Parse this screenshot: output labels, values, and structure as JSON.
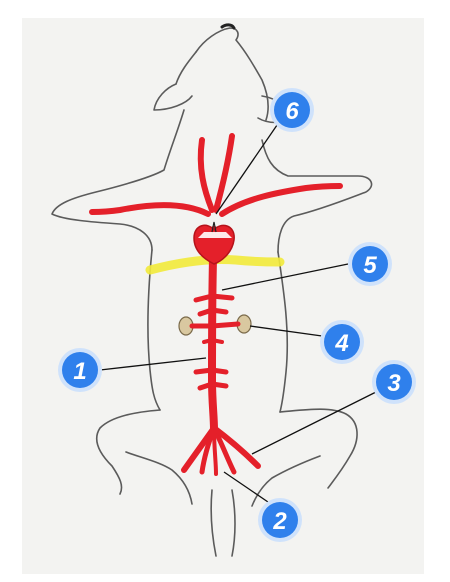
{
  "diagram": {
    "subject": "dog-arterial-system",
    "colors": {
      "paper": "#f3f3f1",
      "outline": "#5b5b5b",
      "artery": "#e4202a",
      "artery_dark": "#b5121a",
      "diaphragm": "#f2ea3a",
      "kidney": "#d9c8a0",
      "badge_fill": "#2f80ec",
      "badge_ring": "#cfe2fb",
      "leader": "#111111"
    },
    "labels": [
      {
        "id": "1",
        "text": "1"
      },
      {
        "id": "2",
        "text": "2"
      },
      {
        "id": "3",
        "text": "3"
      },
      {
        "id": "4",
        "text": "4"
      },
      {
        "id": "5",
        "text": "5"
      },
      {
        "id": "6",
        "text": "6"
      }
    ]
  }
}
